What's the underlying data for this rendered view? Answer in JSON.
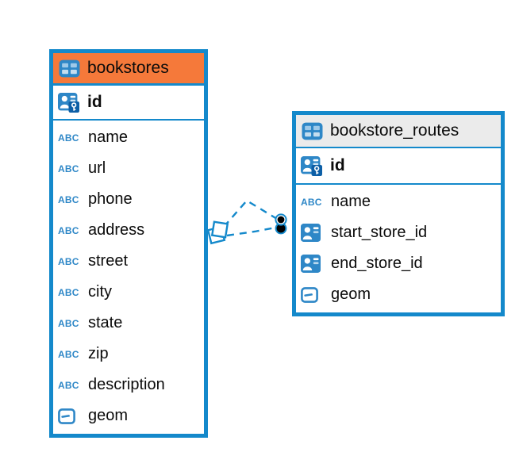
{
  "diagram_type": "entity-relationship",
  "colors": {
    "table_border_blue": "#1489cb",
    "icon_blue": "#2e87c7",
    "bookstores_header": "#f5793a",
    "bookstore_routes_header": "#ebebeb",
    "relationship_line": "#1489cb",
    "text": "#0b0b0b"
  },
  "icons": {
    "text_type_glyph": "ABC",
    "table_icon": "table-grid",
    "primary_key_icon": "person-card-with-key",
    "foreign_key_icon": "person-card",
    "object_type_icon": "box-with-dash"
  },
  "tables": [
    {
      "name": "bookstores",
      "header_style": "orange",
      "primary_key": {
        "name": "id",
        "type": "key"
      },
      "columns": [
        {
          "name": "name",
          "type": "text"
        },
        {
          "name": "url",
          "type": "text"
        },
        {
          "name": "phone",
          "type": "text"
        },
        {
          "name": "address",
          "type": "text"
        },
        {
          "name": "street",
          "type": "text"
        },
        {
          "name": "city",
          "type": "text"
        },
        {
          "name": "state",
          "type": "text"
        },
        {
          "name": "zip",
          "type": "text"
        },
        {
          "name": "description",
          "type": "text"
        },
        {
          "name": "geom",
          "type": "object"
        }
      ]
    },
    {
      "name": "bookstore_routes",
      "header_style": "gray",
      "primary_key": {
        "name": "id",
        "type": "key"
      },
      "columns": [
        {
          "name": "name",
          "type": "text"
        },
        {
          "name": "start_store_id",
          "type": "reference"
        },
        {
          "name": "end_store_id",
          "type": "reference"
        },
        {
          "name": "geom",
          "type": "object"
        }
      ]
    }
  ],
  "relationships": [
    {
      "from_table": "bookstore_routes",
      "to_table": "bookstores",
      "line_style": "dashed",
      "end_marker_left": "diamond",
      "end_marker_right": "dot"
    },
    {
      "from_table": "bookstore_routes",
      "to_table": "bookstores",
      "line_style": "dashed",
      "end_marker_left": "diamond",
      "end_marker_right": "dot"
    }
  ]
}
